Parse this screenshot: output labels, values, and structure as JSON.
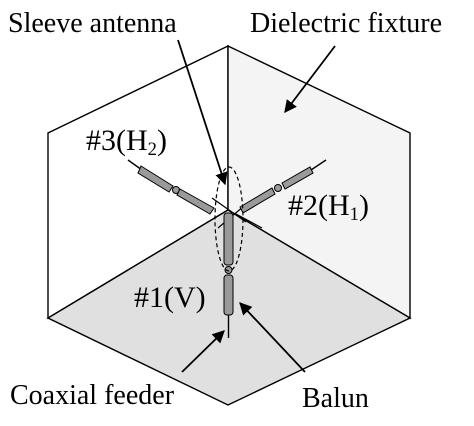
{
  "labels": {
    "sleeve_antenna": "Sleeve antenna",
    "dielectric_fixture": "Dielectric fixture",
    "port3": {
      "prefix": "#3(H",
      "sub": "2",
      "suffix": ")"
    },
    "port2": {
      "prefix": "#2(H",
      "sub": "1",
      "suffix": ")"
    },
    "port1": "#1(V)",
    "coaxial_feeder": "Coaxial feeder",
    "balun": "Balun"
  },
  "colors": {
    "line": "#000000",
    "face_left": "#ffffff",
    "face_right": "#f4f4f4",
    "face_bottom": "#e0e0e0",
    "antenna": "#9a9a9a",
    "background": "#ffffff"
  }
}
